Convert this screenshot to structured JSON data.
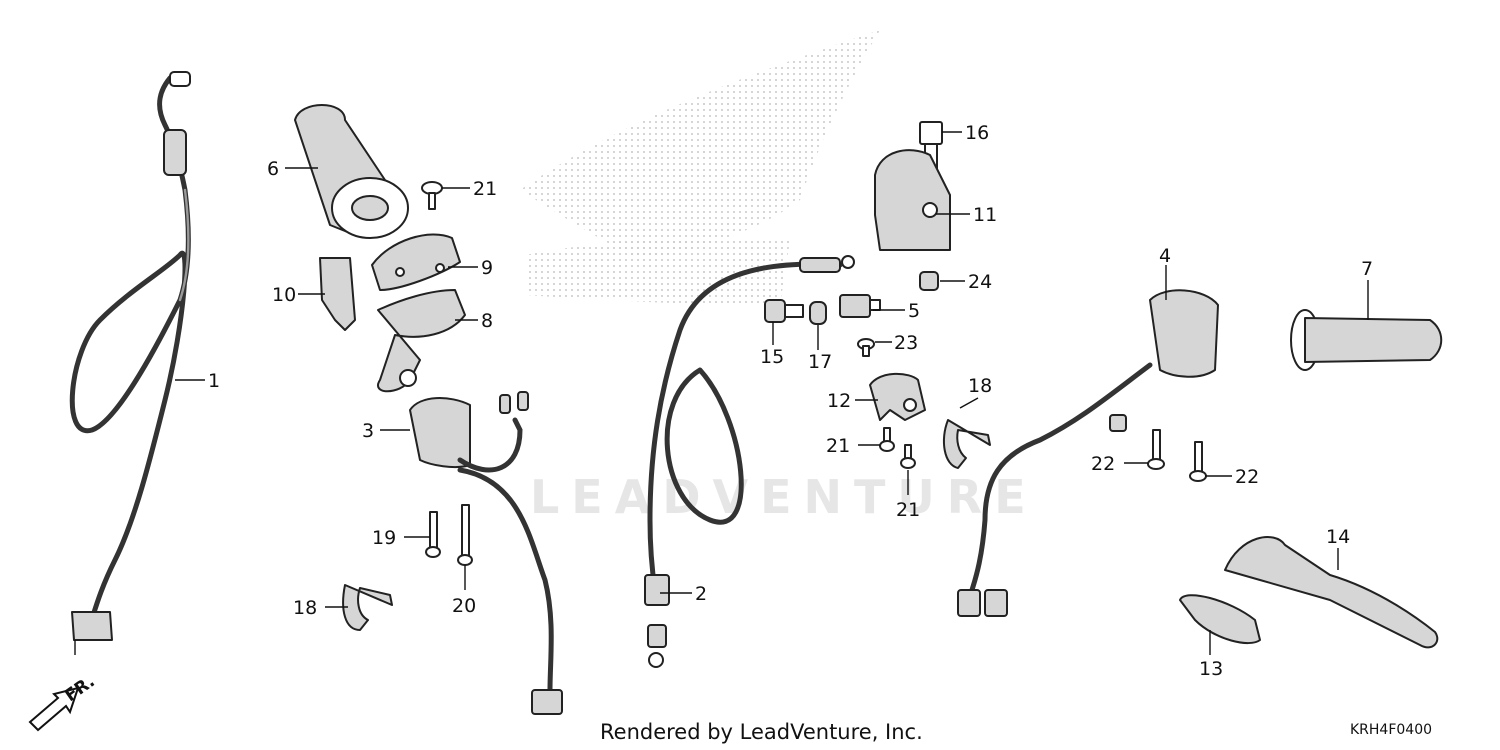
{
  "diagram": {
    "footer_credit": "Rendered by LeadVenture, Inc.",
    "diagram_code": "KRH4F0400",
    "direction_label": "FR.",
    "watermark_text": "LEADVENTURE",
    "callouts": {
      "c1": "1",
      "c2": "2",
      "c3": "3",
      "c4": "4",
      "c5": "5",
      "c6": "6",
      "c7": "7",
      "c8": "8",
      "c9": "9",
      "c10": "10",
      "c11": "11",
      "c12": "12",
      "c13": "13",
      "c14": "14",
      "c15": "15",
      "c16": "16",
      "c17": "17",
      "c18a": "18",
      "c18b": "18",
      "c19": "19",
      "c20": "20",
      "c21a": "21",
      "c21b": "21",
      "c21c": "21",
      "c22a": "22",
      "c22b": "22",
      "c23": "23",
      "c24": "24"
    }
  }
}
